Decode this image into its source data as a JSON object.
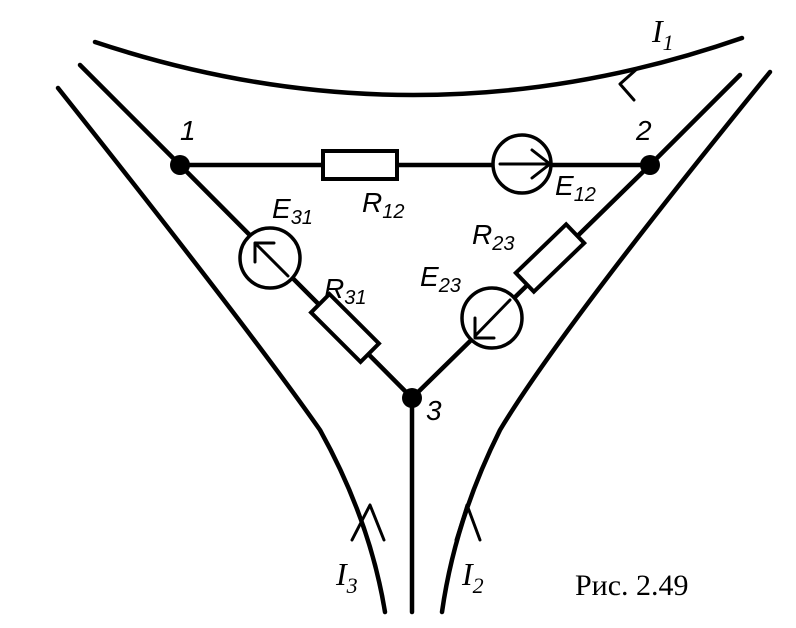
{
  "nodes": [
    {
      "label": "1"
    },
    {
      "label": "2"
    },
    {
      "label": "3"
    }
  ],
  "resistors": [
    {
      "letter": "R",
      "sub": "12"
    },
    {
      "letter": "R",
      "sub": "23"
    },
    {
      "letter": "R",
      "sub": "31"
    }
  ],
  "sources": [
    {
      "letter": "E",
      "sub": "12"
    },
    {
      "letter": "E",
      "sub": "23"
    },
    {
      "letter": "E",
      "sub": "31"
    }
  ],
  "currents": [
    {
      "letter": "I",
      "sub": "1"
    },
    {
      "letter": "I",
      "sub": "2"
    },
    {
      "letter": "I",
      "sub": "3"
    }
  ],
  "caption": "Рис. 2.49",
  "colors": {
    "ink": "#000000",
    "background": "#ffffff"
  }
}
